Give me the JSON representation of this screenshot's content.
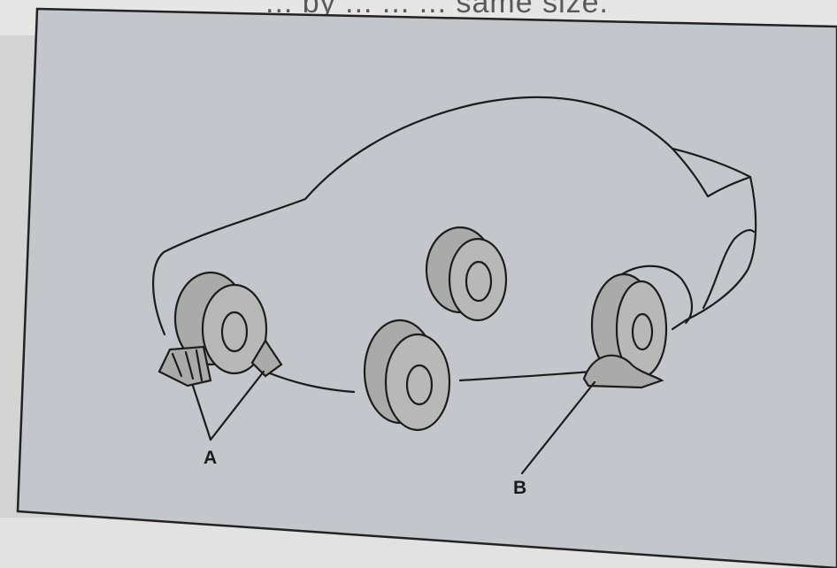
{
  "page": {
    "partial_heading": "... by ... ... ... same size."
  },
  "figure": {
    "callouts": [
      {
        "id": "A",
        "label": "A",
        "target": "wheel chocks at front wheel"
      },
      {
        "id": "B",
        "label": "B",
        "target": "wheel chock at rear wheel"
      }
    ]
  }
}
